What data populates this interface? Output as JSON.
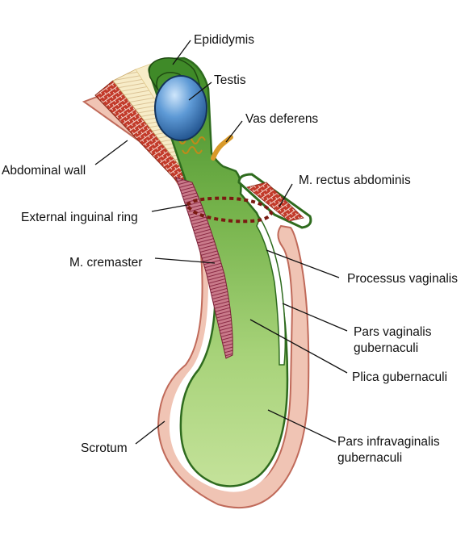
{
  "labels": {
    "epididymis": "Epididymis",
    "testis": "Testis",
    "vas_deferens": "Vas deferens",
    "abdominal_wall": "Abdominal wall",
    "rectus_abdominis": "M. rectus abdominis",
    "external_inguinal_ring": "External inguinal ring",
    "cremaster": "M. cremaster",
    "processus_vaginalis": "Processus vaginalis",
    "pars_vaginalis_line1": "Pars vaginalis",
    "pars_vaginalis_line2": "gubernaculi",
    "plica_gubernaculi": "Plica gubernaculi",
    "scrotum": "Scrotum",
    "pars_infravaginalis_line1": "Pars infravaginalis",
    "pars_infravaginalis_line2": "gubernaculi"
  },
  "colors": {
    "skin": "#f0c4b4",
    "skin_edge": "#c06a5a",
    "dark_green": "#2e6b1e",
    "mid_green": "#5aa03a",
    "light_green": "#a8d37a",
    "pale_green": "#c4e29a",
    "testis_blue": "#3a7fc4",
    "vas_orange": "#d99a2a",
    "muscle": "#c23a2a",
    "cremaster": "#b0405a",
    "fascia_cream": "#f7ecc8",
    "ring_dash": "#7a1a12"
  }
}
